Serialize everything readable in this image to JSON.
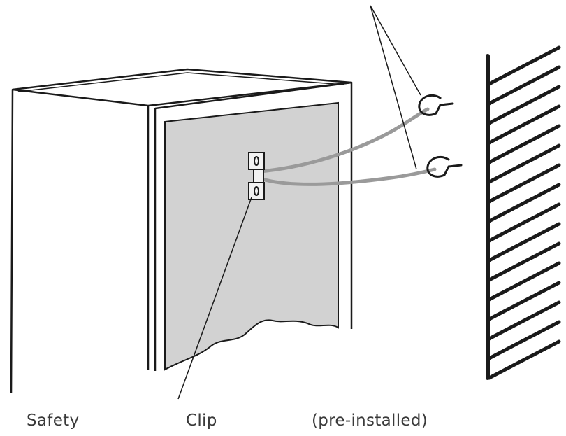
{
  "captions": {
    "safety": "Safety",
    "clip": "Clip",
    "preinstalled": "(pre-installed)"
  },
  "colors": {
    "line": "#1a1a1a",
    "back_panel": "#d2d2d2",
    "cable": "#9a9a9a",
    "bracket_fill": "#f2f2f2"
  },
  "icons": {
    "hooks": "wall-hook-icon",
    "brackets": "cabinet-bracket-icon",
    "wall": "hatched-wall-icon"
  }
}
